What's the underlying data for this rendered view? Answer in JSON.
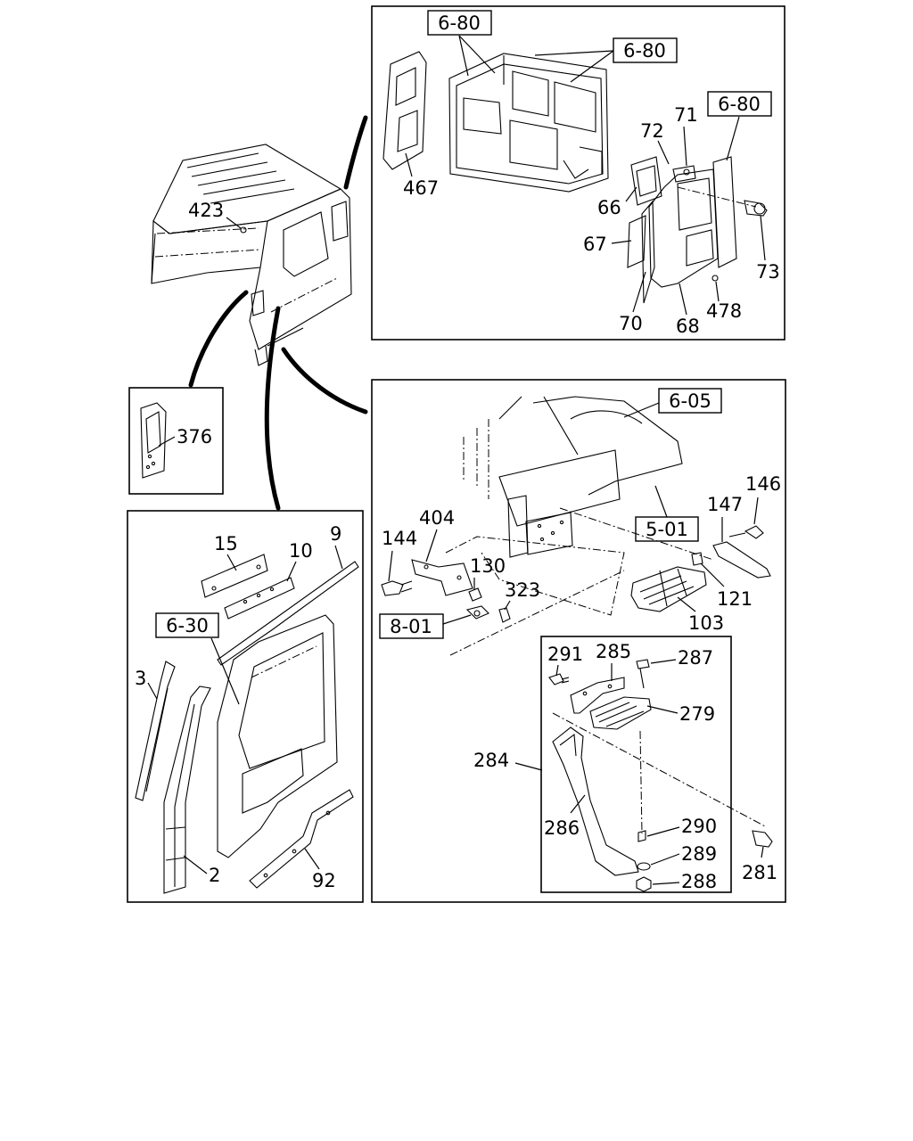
{
  "references": {
    "rear_panel": "6-80",
    "upper_panel": "6-80",
    "side_panel": "6-80",
    "fender": "6-05",
    "frame": "5-01",
    "bracket": "8-01",
    "door": "6-30"
  },
  "parts": {
    "p423": "423",
    "p467": "467",
    "p72": "72",
    "p71": "71",
    "p66": "66",
    "p67": "67",
    "p73": "73",
    "p478": "478",
    "p70": "70",
    "p68": "68",
    "p376": "376",
    "p15": "15",
    "p10": "10",
    "p9": "9",
    "p3": "3",
    "p2": "2",
    "p92": "92",
    "p404": "404",
    "p144": "144",
    "p130": "130",
    "p323": "323",
    "p147": "147",
    "p146": "146",
    "p121": "121",
    "p103": "103",
    "p291": "291",
    "p285": "285",
    "p287": "287",
    "p279": "279",
    "p284": "284",
    "p286": "286",
    "p290": "290",
    "p289": "289",
    "p288": "288",
    "p281": "281"
  }
}
